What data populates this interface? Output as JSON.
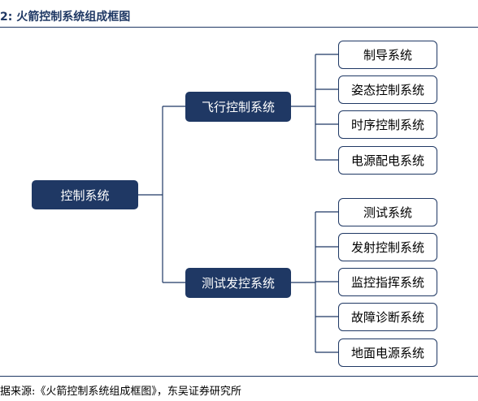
{
  "title": "2:  火箭控制系统组成框图",
  "root": {
    "label": "控制系统"
  },
  "branches": [
    {
      "label": "飞行控制系统",
      "children": [
        "制导系统",
        "姿态控制系统",
        "时序控制系统",
        "电源配电系统"
      ]
    },
    {
      "label": "测试发控系统",
      "children": [
        "测试系统",
        "发射控制系统",
        "监控指挥系统",
        "故障诊断系统",
        "地面电源系统"
      ]
    }
  ],
  "source": "据来源:《火箭控制系统组成框图》，东吴证券研究所",
  "colors": {
    "navy": "#1f3864",
    "border": "#1f3864",
    "text_light": "#000000"
  }
}
